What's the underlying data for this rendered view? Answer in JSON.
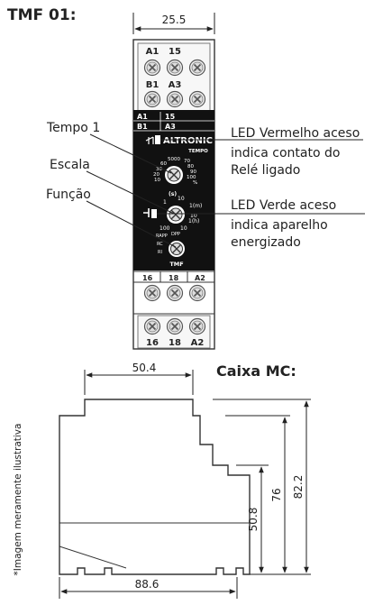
{
  "header": {
    "title": "TMF 01:"
  },
  "front": {
    "width_dim": "25.5",
    "top_row1": [
      "A1",
      "15"
    ],
    "top_row2": [
      "B1",
      "A3"
    ],
    "table_rows": [
      [
        "A1",
        "15"
      ],
      [
        "B1",
        "A3"
      ]
    ],
    "brand": "ALTRONIC",
    "tempo": "TEMPO",
    "scale_dial_left": [
      "5000",
      "60",
      "30",
      "20",
      "10"
    ],
    "scale_dial_right": [
      "70",
      "80",
      "90",
      "100"
    ],
    "scale_dial_unit": "%",
    "range_labels": [
      "(s)",
      "1",
      "10",
      "1(m)",
      "10",
      "1(h)",
      "10",
      "100"
    ],
    "func_labels": [
      "RAPP",
      "DPP",
      "RC",
      "RI"
    ],
    "func_name": "TMF",
    "bottom_table": [
      "16",
      "18",
      "A2"
    ],
    "bottom_row": [
      "16",
      "18",
      "A2"
    ]
  },
  "callouts": {
    "tempo1": "Tempo 1",
    "escala": "Escala",
    "funcao": "Função",
    "led_red": [
      "LED Vermelho aceso",
      "indica contato do",
      "Relé ligado"
    ],
    "led_green": [
      "LED Verde aceso",
      "indica aparelho",
      "energizado"
    ]
  },
  "side": {
    "title": "Caixa MC:",
    "dim_top": "50.4",
    "dim_bottom": "88.6",
    "dim_h1": "50.8",
    "dim_h2": "76",
    "dim_h3": "82.2",
    "disclaimer": "*Imagem meramente ilustrativa"
  }
}
